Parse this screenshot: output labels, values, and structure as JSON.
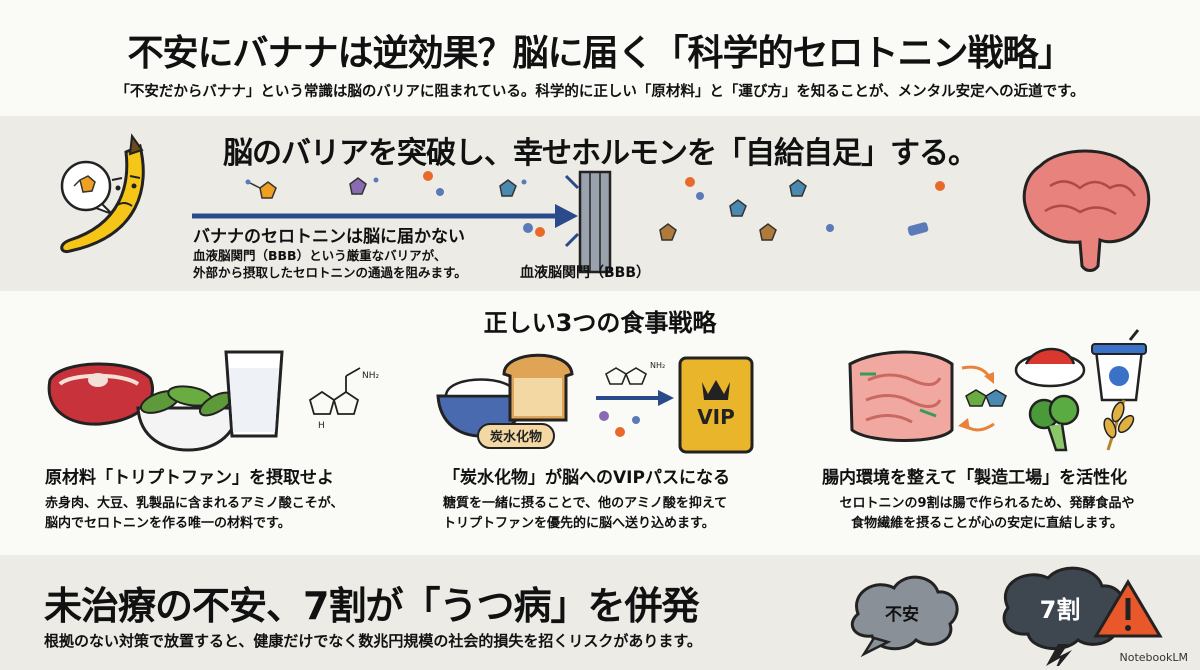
{
  "header": {
    "title": "不安にバナナは逆効果？脳に届く「科学的セロトニン戦略」",
    "subtitle": "「不安だからバナナ」という常識は脳のバリアに阻まれている。科学的に正しい「原材料」と「運び方」を知ることが、メンタル安定への近道です。"
  },
  "barrier": {
    "title": "脳のバリアを突破し、幸せホルモンを「自給自足」する。",
    "arrow_label": "バナナのセロトニンは脳に届かない",
    "desc_line1": "血液脳関門（BBB）という厳重なバリアが、",
    "desc_line2": "外部から摂取したセロトニンの通過を阻みます。",
    "bbb_label": "血液脳関門（BBB）"
  },
  "strategies": {
    "title": "正しい3つの食事戦略",
    "cards": [
      {
        "title": "原材料「トリプトファン」を摂取せよ",
        "line1": "赤身肉、大豆、乳製品に含まれるアミノ酸こそが、",
        "line2": "脳内でセロトニンを作る唯一の材料です。"
      },
      {
        "title": "「炭水化物」が脳へのVIPパスになる",
        "line1": "糖質を一緒に摂ることで、他のアミノ酸を抑えて",
        "line2": "トリプトファンを優先的に脳へ送り込めます。",
        "carb_label": "炭水化物",
        "vip_label": "VIP"
      },
      {
        "title": "腸内環境を整えて「製造工場」を活性化",
        "line1": "セロトニンの9割は腸で作られるため、発酵食品や",
        "line2": "食物繊維を摂ることが心の安定に直結します。"
      }
    ],
    "molecule_label": "NH₂"
  },
  "warning": {
    "title": "未治療の不安、7割が「うつ病」を併発",
    "desc": "根拠のない対策で放置すると、健康だけでなく数兆円規模の社会的損失を招くリスクがあります。",
    "cloud1": "不安",
    "cloud2": "7割"
  },
  "credit": "NotebookLM",
  "colors": {
    "band": "#ecebe6",
    "arrow": "#2b4a8b",
    "banana": "#f5c518",
    "brain": "#e8827c",
    "vip": "#e9b52a",
    "warning": "#e8582a"
  }
}
